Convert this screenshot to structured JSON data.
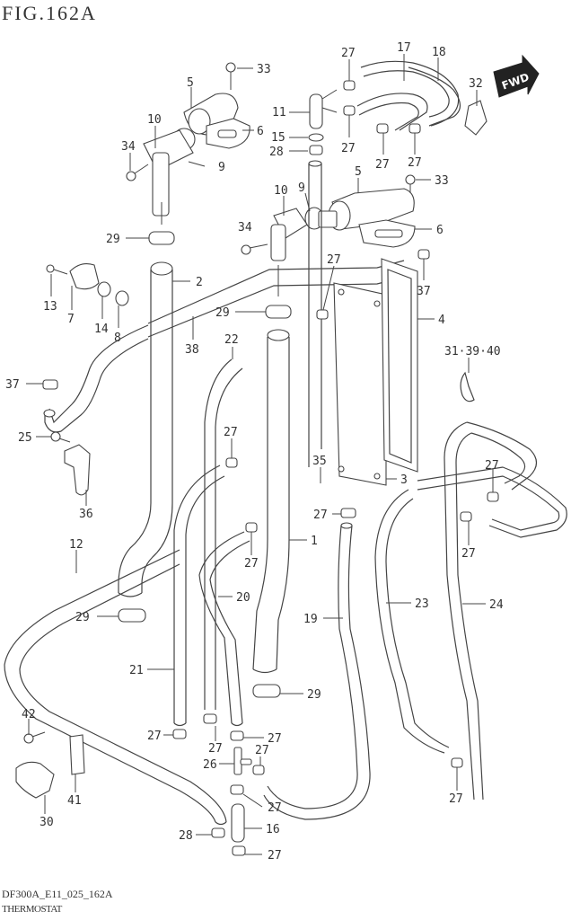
{
  "figure": {
    "title": "FIG.162A",
    "code": "DF300A_E11_025_162A",
    "subtitle": "THERMOSTAT",
    "fwd_label": "FWD"
  },
  "callouts": [
    {
      "id": "c33a",
      "text": "33"
    },
    {
      "id": "c5a",
      "text": "5"
    },
    {
      "id": "c10a",
      "text": "10"
    },
    {
      "id": "c6a",
      "text": "6"
    },
    {
      "id": "c34a",
      "text": "34"
    },
    {
      "id": "c9a",
      "text": "9"
    },
    {
      "id": "c27a",
      "text": "27"
    },
    {
      "id": "c17",
      "text": "17"
    },
    {
      "id": "c18",
      "text": "18"
    },
    {
      "id": "c32",
      "text": "32"
    },
    {
      "id": "c11",
      "text": "11"
    },
    {
      "id": "c15",
      "text": "15"
    },
    {
      "id": "c28a",
      "text": "28"
    },
    {
      "id": "c27b",
      "text": "27"
    },
    {
      "id": "c27c",
      "text": "27"
    },
    {
      "id": "c27d",
      "text": "27"
    },
    {
      "id": "c33b",
      "text": "33"
    },
    {
      "id": "c5b",
      "text": "5"
    },
    {
      "id": "c10b",
      "text": "10"
    },
    {
      "id": "c9b",
      "text": "9"
    },
    {
      "id": "c34b",
      "text": "34"
    },
    {
      "id": "c6b",
      "text": "6"
    },
    {
      "id": "c29a",
      "text": "29"
    },
    {
      "id": "c27e",
      "text": "27"
    },
    {
      "id": "c37a",
      "text": "37"
    },
    {
      "id": "c2",
      "text": "2"
    },
    {
      "id": "c13",
      "text": "13"
    },
    {
      "id": "c7",
      "text": "7"
    },
    {
      "id": "c14",
      "text": "14"
    },
    {
      "id": "c8",
      "text": "8"
    },
    {
      "id": "c29b",
      "text": "29"
    },
    {
      "id": "c4",
      "text": "4"
    },
    {
      "id": "c38",
      "text": "38"
    },
    {
      "id": "c22",
      "text": "22"
    },
    {
      "id": "c313940",
      "text": "31·39·40"
    },
    {
      "id": "c37b",
      "text": "37"
    },
    {
      "id": "c25",
      "text": "25"
    },
    {
      "id": "c27f",
      "text": "27"
    },
    {
      "id": "c35",
      "text": "35"
    },
    {
      "id": "c3",
      "text": "3"
    },
    {
      "id": "c27g",
      "text": "27"
    },
    {
      "id": "c36",
      "text": "36"
    },
    {
      "id": "c27h",
      "text": "27"
    },
    {
      "id": "c27i",
      "text": "27"
    },
    {
      "id": "c12",
      "text": "12"
    },
    {
      "id": "c1",
      "text": "1"
    },
    {
      "id": "c27j",
      "text": "27"
    },
    {
      "id": "c20",
      "text": "20"
    },
    {
      "id": "c23",
      "text": "23"
    },
    {
      "id": "c24",
      "text": "24"
    },
    {
      "id": "c29c",
      "text": "29"
    },
    {
      "id": "c19",
      "text": "19"
    },
    {
      "id": "c21",
      "text": "21"
    },
    {
      "id": "c29d",
      "text": "29"
    },
    {
      "id": "c42",
      "text": "42"
    },
    {
      "id": "c27k",
      "text": "27"
    },
    {
      "id": "c27l",
      "text": "27"
    },
    {
      "id": "c27m",
      "text": "27"
    },
    {
      "id": "c27n",
      "text": "27"
    },
    {
      "id": "c26",
      "text": "26"
    },
    {
      "id": "c41",
      "text": "41"
    },
    {
      "id": "c27o",
      "text": "27"
    },
    {
      "id": "c27p",
      "text": "27"
    },
    {
      "id": "c30",
      "text": "30"
    },
    {
      "id": "c16",
      "text": "16"
    },
    {
      "id": "c28b",
      "text": "28"
    },
    {
      "id": "c27q",
      "text": "27"
    }
  ]
}
